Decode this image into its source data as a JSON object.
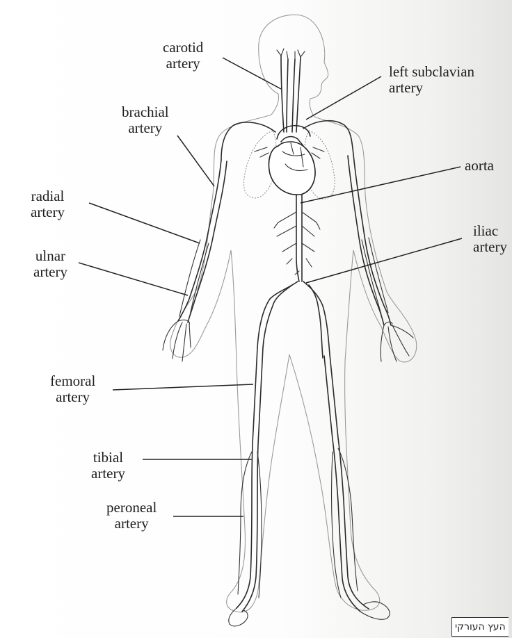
{
  "labels": {
    "carotid": [
      "carotid",
      "artery"
    ],
    "left_subclavian": [
      "left subclavian",
      "artery"
    ],
    "brachial": [
      "brachial",
      "artery"
    ],
    "aorta": [
      "aorta"
    ],
    "radial": [
      "radial",
      "artery"
    ],
    "iliac": [
      "iliac",
      "artery"
    ],
    "ulnar": [
      "ulnar",
      "artery"
    ],
    "femoral": [
      "femoral",
      "artery"
    ],
    "tibial": [
      "tibial",
      "artery"
    ],
    "peroneal": [
      "peroneal",
      "artery"
    ]
  },
  "caption": "העץ העורקי"
}
